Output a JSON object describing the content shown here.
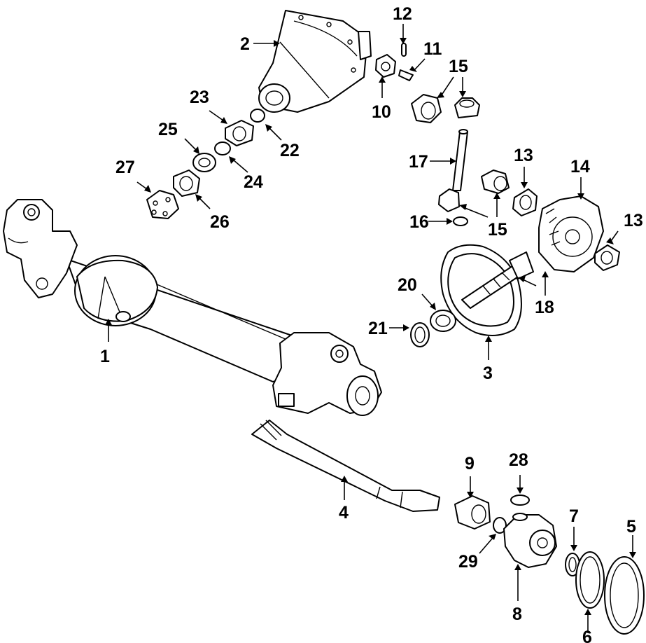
{
  "diagram": {
    "callouts": [
      {
        "id": "1",
        "text": "1"
      },
      {
        "id": "2",
        "text": "2"
      },
      {
        "id": "3",
        "text": "3"
      },
      {
        "id": "4",
        "text": "4"
      },
      {
        "id": "5",
        "text": "5"
      },
      {
        "id": "6",
        "text": "6"
      },
      {
        "id": "7",
        "text": "7"
      },
      {
        "id": "8",
        "text": "8"
      },
      {
        "id": "9",
        "text": "9"
      },
      {
        "id": "10",
        "text": "10"
      },
      {
        "id": "11",
        "text": "11"
      },
      {
        "id": "12",
        "text": "12"
      },
      {
        "id": "13a",
        "text": "13"
      },
      {
        "id": "13b",
        "text": "13"
      },
      {
        "id": "14",
        "text": "14"
      },
      {
        "id": "15a",
        "text": "15"
      },
      {
        "id": "15b",
        "text": "15"
      },
      {
        "id": "16",
        "text": "16"
      },
      {
        "id": "17",
        "text": "17"
      },
      {
        "id": "18",
        "text": "18"
      },
      {
        "id": "20",
        "text": "20"
      },
      {
        "id": "21",
        "text": "21"
      },
      {
        "id": "22",
        "text": "22"
      },
      {
        "id": "23",
        "text": "23"
      },
      {
        "id": "24",
        "text": "24"
      },
      {
        "id": "25",
        "text": "25"
      },
      {
        "id": "26",
        "text": "26"
      },
      {
        "id": "27",
        "text": "27"
      },
      {
        "id": "28",
        "text": "28"
      },
      {
        "id": "29",
        "text": "29"
      }
    ]
  }
}
